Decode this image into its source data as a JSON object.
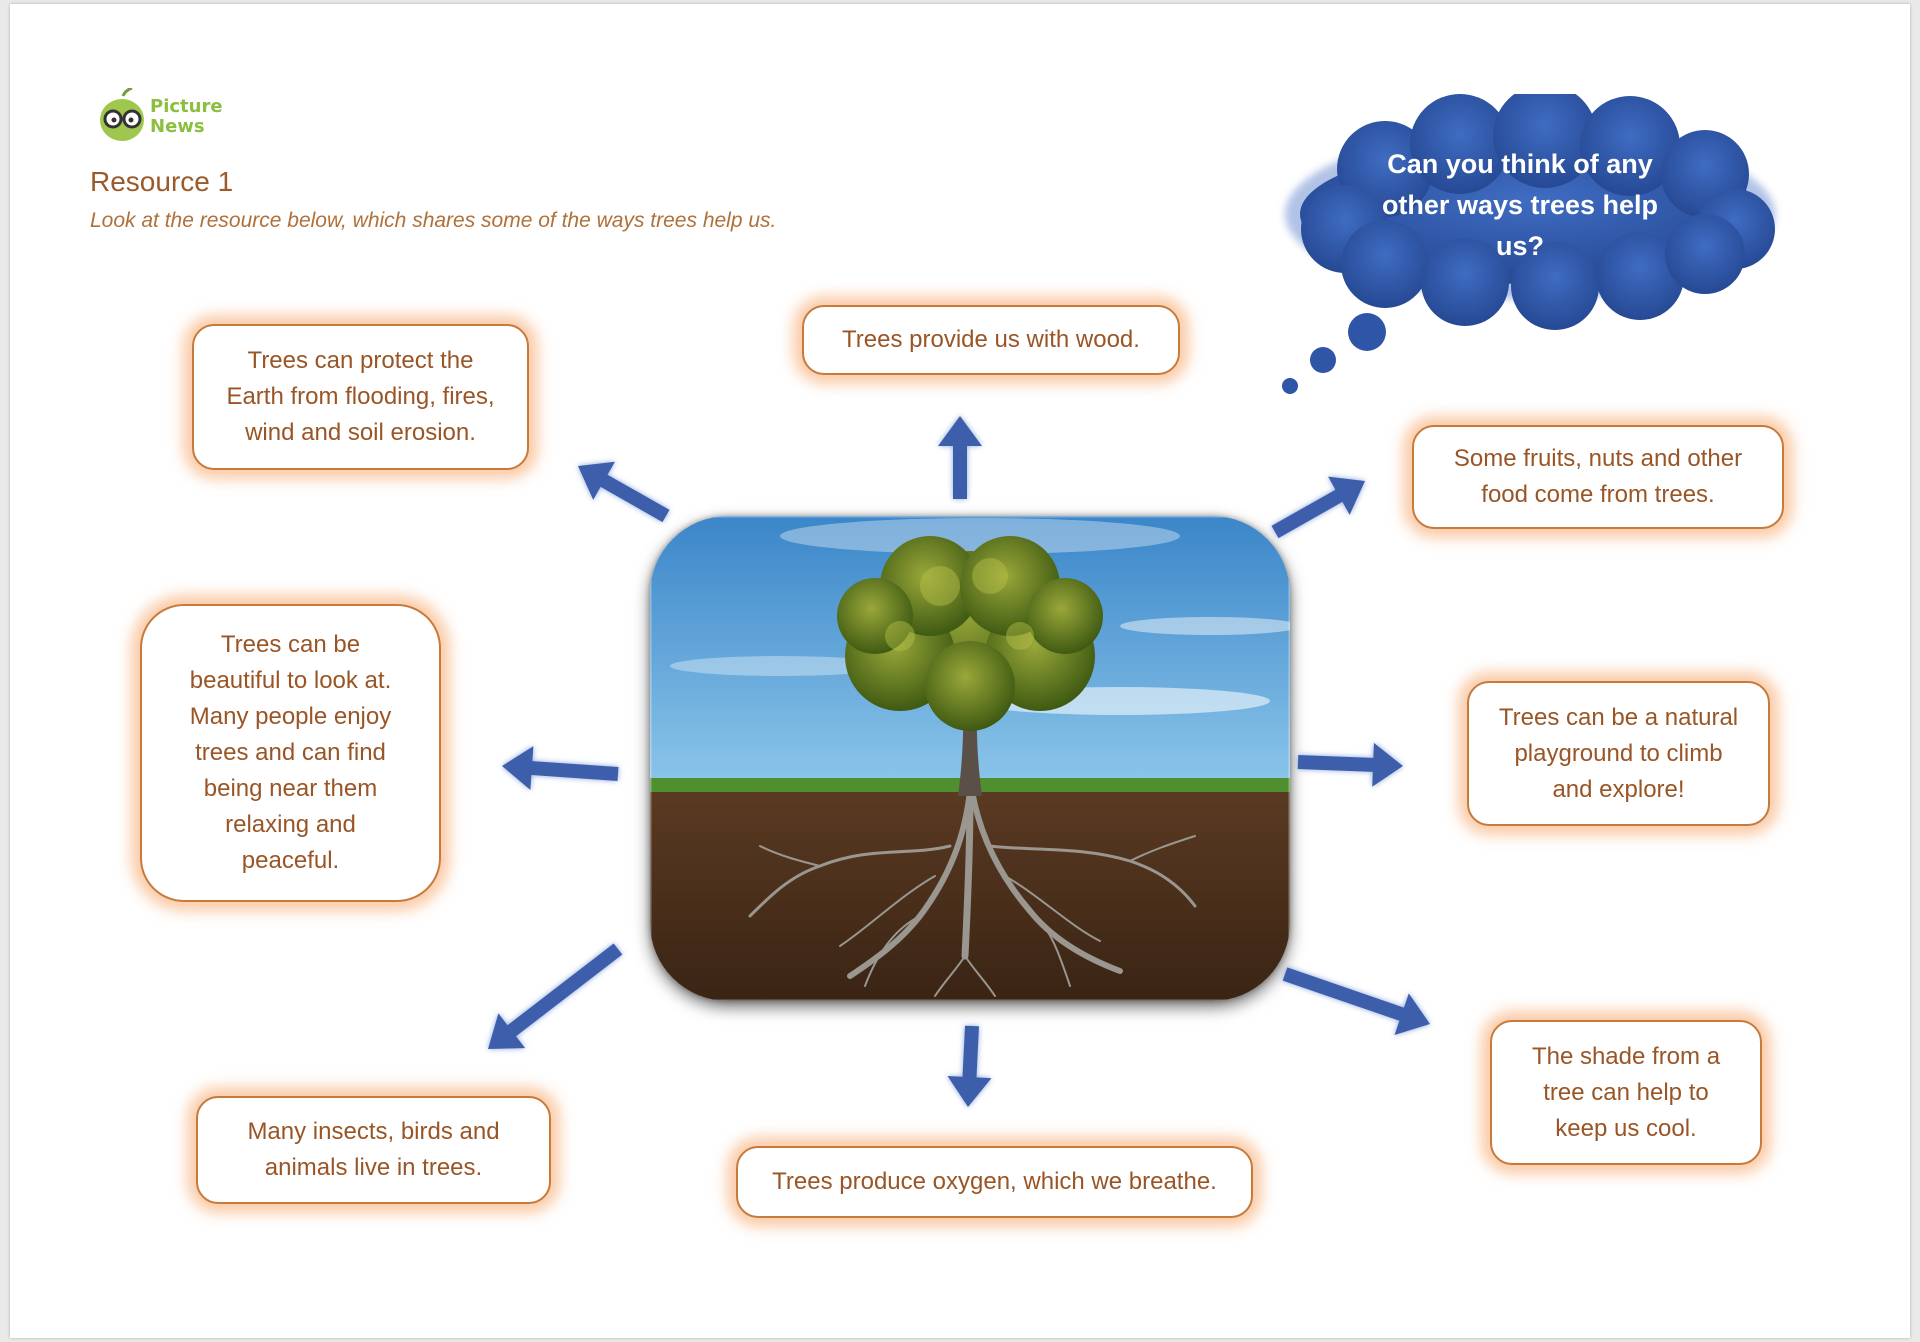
{
  "logo": {
    "line1": "Picture",
    "line2": "News",
    "icon": "apple-with-glasses-icon"
  },
  "header": {
    "title": "Resource 1",
    "subtitle": "Look at the resource below, which shares some of the ways trees help us."
  },
  "thought_bubble": {
    "lines": [
      "Can you think of any",
      "other ways trees help",
      "us?"
    ],
    "color": "#2f56a6"
  },
  "center_image": {
    "icon": "tree-with-roots-icon"
  },
  "facts": {
    "protect": {
      "lines": [
        "Trees can protect the",
        "Earth from flooding, fires,",
        "wind and soil erosion."
      ]
    },
    "wood": {
      "lines": [
        "Trees provide us with wood."
      ]
    },
    "food": {
      "lines": [
        "Some fruits, nuts and other",
        "food come from trees."
      ]
    },
    "beautiful": {
      "lines": [
        "Trees can be",
        "beautiful to look at.",
        "Many people enjoy",
        "trees and can find",
        "being near them",
        "relaxing and",
        "peaceful."
      ]
    },
    "playground": {
      "lines": [
        "Trees can be a natural",
        "playground to climb",
        "and explore!"
      ]
    },
    "animals": {
      "lines": [
        "Many insects, birds and",
        "animals live in trees."
      ]
    },
    "oxygen": {
      "lines": [
        "Trees produce oxygen, which we breathe."
      ]
    },
    "shade": {
      "lines": [
        "The shade from a",
        "tree can help to",
        "keep us cool."
      ]
    }
  },
  "colors": {
    "box_border": "#c67a3c",
    "box_glow": "#f5a05f",
    "box_text": "#9a5526",
    "arrow": "#3d5fab",
    "logo_green": "#8cbf3f"
  }
}
